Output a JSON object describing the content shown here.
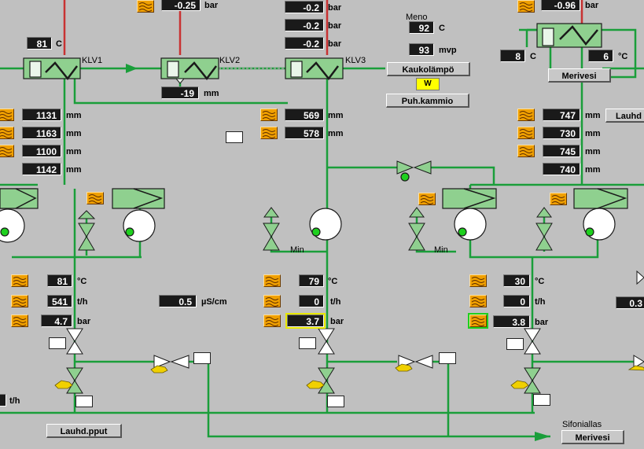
{
  "colors": {
    "pipe": "#1a9e3a",
    "steam": "#c83232",
    "bg": "#c0c0c0",
    "display": "#1a1a1a",
    "trend": "#f0a000",
    "equip": "#8fd08f"
  },
  "heaters": [
    {
      "name": "KLV1"
    },
    {
      "name": "KLV2"
    },
    {
      "name": "KLV3"
    }
  ],
  "values": {
    "top_left": {
      "value": "-0.25",
      "unit": "bar"
    },
    "top_mid": [
      {
        "value": "-0.2",
        "unit": "bar"
      },
      {
        "value": "-0.2",
        "unit": "bar"
      },
      {
        "value": "-0.2",
        "unit": "bar"
      }
    ],
    "top_right": {
      "value": "-0.96",
      "unit": "bar"
    },
    "klv1_temp": {
      "value": "81",
      "unit": "C"
    },
    "klv2_level": {
      "value": "-19",
      "unit": "mm"
    },
    "meno_label": "Meno",
    "meno_temp": {
      "value": "92",
      "unit": "C"
    },
    "meno_pressure": {
      "value": "93",
      "unit": "mvp"
    },
    "right_cooler_left": {
      "value": "8",
      "unit": "C"
    },
    "right_cooler_right": {
      "value": "6",
      "unit": "°C"
    },
    "left_levels": [
      {
        "value": "1131",
        "unit": "mm"
      },
      {
        "value": "1163",
        "unit": "mm"
      },
      {
        "value": "1100",
        "unit": "mm"
      },
      {
        "value": "1142",
        "unit": "mm"
      }
    ],
    "mid_levels": [
      {
        "value": "569",
        "unit": "mm"
      },
      {
        "value": "578",
        "unit": "mm"
      }
    ],
    "right_levels": [
      {
        "value": "747",
        "unit": "mm"
      },
      {
        "value": "730",
        "unit": "mm"
      },
      {
        "value": "745",
        "unit": "mm"
      },
      {
        "value": "740",
        "unit": "mm"
      }
    ],
    "pump_group_1": [
      {
        "value": "81",
        "unit": "°C"
      },
      {
        "value": "541",
        "unit": "t/h"
      },
      {
        "value": "4.7",
        "unit": "bar"
      }
    ],
    "conductivity": {
      "value": "0.5",
      "unit": "µS/cm"
    },
    "pump_group_2": [
      {
        "value": "79",
        "unit": "°C"
      },
      {
        "value": "0",
        "unit": "t/h"
      },
      {
        "value": "3.7",
        "unit": "bar"
      }
    ],
    "pump_group_3": [
      {
        "value": "30",
        "unit": "°C"
      },
      {
        "value": "0",
        "unit": "t/h"
      },
      {
        "value": "3.8",
        "unit": "bar"
      }
    ],
    "edge_right": {
      "value": "0.3"
    },
    "bottom_left_unit": "t/h"
  },
  "labels": {
    "min": "Min",
    "sifoniallas": "Sifoniallas",
    "w": "W"
  },
  "buttons": {
    "kaukolampo": "Kaukolämpö",
    "puh_kammio": "Puh.kammio",
    "merivesi_top": "Merivesi",
    "lauhd_top": "Lauhd",
    "lauhd_pput": "Lauhd.pput",
    "merivesi_bottom": "Merivesi"
  }
}
